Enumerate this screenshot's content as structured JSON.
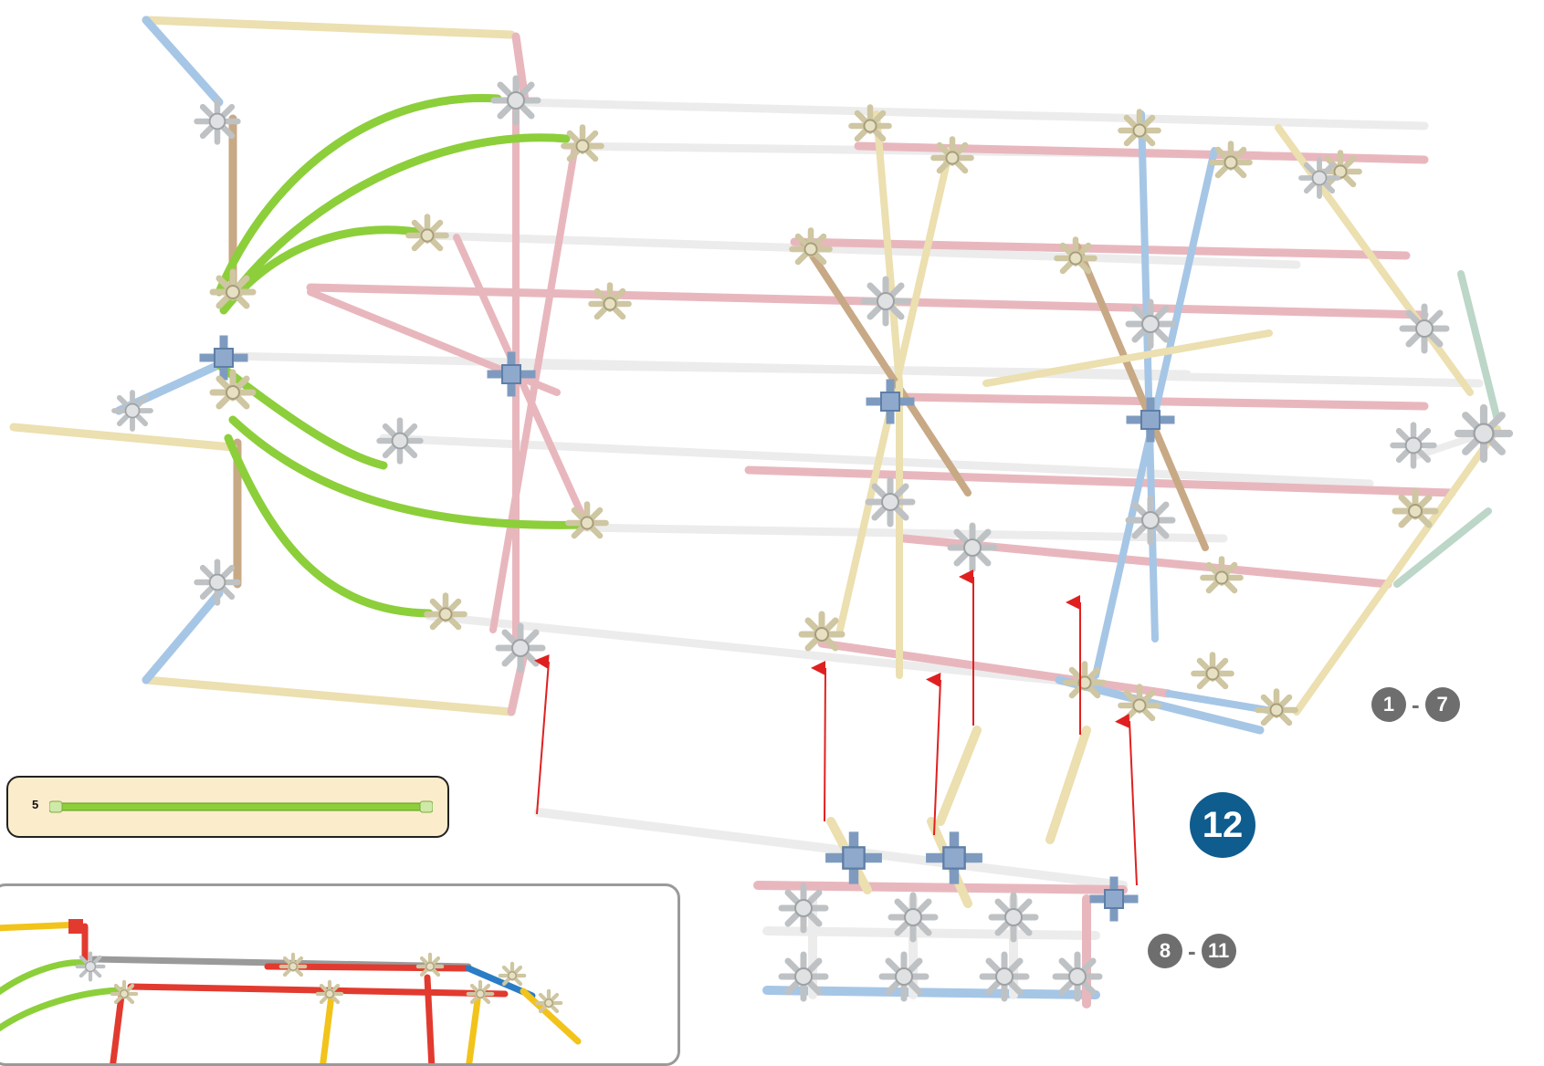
{
  "colors": {
    "step_blue": "#0f5c8e",
    "step_gray": "#6e6e6e",
    "connector_arrow": "#e02020",
    "parts_box_bg": "#fbeccb",
    "green_rod": "#8ccf3a",
    "pink_rod": "#e8b7bd",
    "blue_rod": "#a6c6e6",
    "white_rod": "#ececec",
    "yellow_rod": "#ecdfb0",
    "tan_rod": "#c8a985"
  },
  "step": {
    "number": "12"
  },
  "step_ranges": [
    {
      "from": "1",
      "to": "7",
      "separator": "-"
    },
    {
      "from": "8",
      "to": "11",
      "separator": "-"
    }
  ],
  "parts_needed": [
    {
      "quantity": "5",
      "part_icon": "green-rod-icon"
    }
  ],
  "icons": [
    "arrow-icon",
    "connector-icon",
    "rod-icon"
  ]
}
